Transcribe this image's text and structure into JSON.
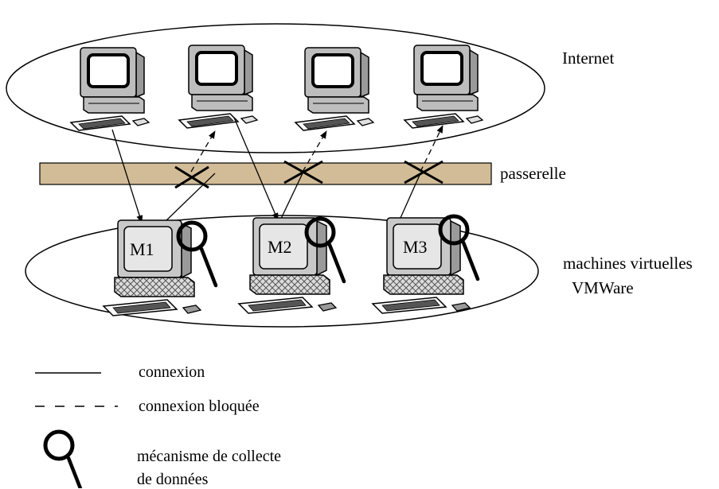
{
  "labels": {
    "internet": "Internet",
    "gateway": "passerelle",
    "vm_line1": "machines virtuelles",
    "vm_line2": "VMWare"
  },
  "machines": [
    "M1",
    "M2",
    "M3"
  ],
  "legend": {
    "connection": "connexion",
    "blocked_connection": "connexion bloquée",
    "collector_line1": "mécanisme de collecte",
    "collector_line2": "de données"
  },
  "colors": {
    "gateway_fill": "#d2bc98",
    "screen_fill": "#e6e6e6",
    "outline": "#000000"
  }
}
